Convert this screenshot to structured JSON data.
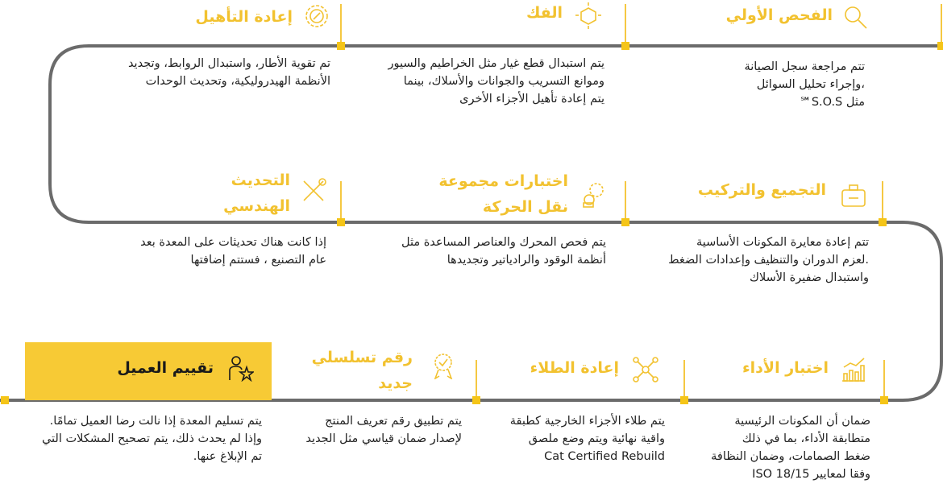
{
  "colors": {
    "accent": "#f5c518",
    "track": "#6b6b6b",
    "highlight": "#f7ca35"
  },
  "steps": [
    {
      "title": "الفحص الأولي",
      "icon": "magnifier-icon",
      "body": [
        "تتم مراجعة سجل الصيانة",
        "،وإجراء تحليل السوائل",
        "مثل S.O.S℠"
      ]
    },
    {
      "title": "الفك",
      "icon": "disassembly-cube-icon",
      "body": [
        "يتم استبدال قطع غيار مثل الخراطيم والسيور",
        "وموانع التسريب والجوانات والأسلاك، بينما",
        "يتم إعادة تأهيل الأجزاء الأخرى"
      ]
    },
    {
      "title": "إعادة التأهيل",
      "icon": "gear-wrench-icon",
      "body": [
        "تم تقوية الأطار، واستبدال الروابط، وتجديد",
        "الأنظمة الهيدروليكية، وتحديث الوحدات"
      ]
    },
    {
      "title": "التجميع والتركيب",
      "icon": "toolbox-icon",
      "body": [
        "تتم إعادة معايرة المكونات الأساسية",
        ".لعزم الدوران والتنظيف وإعدادات الضغط",
        "واستبدال ضفيرة الأسلاك"
      ]
    },
    {
      "title": [
        "اختبارات مجموعة",
        "نقل الحركة"
      ],
      "icon": "drivetrain-gears-icon",
      "body": [
        "يتم فحص المحرك والعناصر المساعدة مثل",
        "أنظمة الوقود والرادياتير وتجديدها"
      ]
    },
    {
      "title": [
        "التحديث",
        "الهندسي"
      ],
      "icon": "tools-crossed-icon",
      "body": [
        "إذا كانت هناك تحديثات على المعدة بعد",
        "عام التصنيع ، فستتم إضافتها"
      ]
    },
    {
      "title": "اختبار الأداء",
      "icon": "chart-icon",
      "body": [
        "ضمان أن المكونات الرئيسية",
        "متطابقة الأداء، بما في ذلك",
        "ضغط الصمامات، وضمان النظافة",
        "وفقا لمعايير ISO 18/15"
      ]
    },
    {
      "title": "إعادة الطلاء",
      "icon": "network-nodes-icon",
      "body": [
        "يتم طلاء الأجزاء الخارجية كطبقة",
        "واقية نهائية ويتم وضع ملصق",
        "Cat Certified Rebuild"
      ]
    },
    {
      "title": [
        "رقم تسلسلي",
        "جديد"
      ],
      "icon": "award-badge-icon",
      "body": [
        "يتم تطبيق رقم تعريف المنتج",
        "لإصدار ضمان قياسي مثل الجديد"
      ]
    },
    {
      "title": "تقييم العميل",
      "icon": "customer-stars-icon",
      "body": [
        "يتم تسليم المعدة إذا نالت رضا العميل تمامًا.",
        "وإذا لم يحدث ذلك، يتم تصحيح المشكلات التي",
        "تم الإبلاغ عنها."
      ]
    }
  ]
}
